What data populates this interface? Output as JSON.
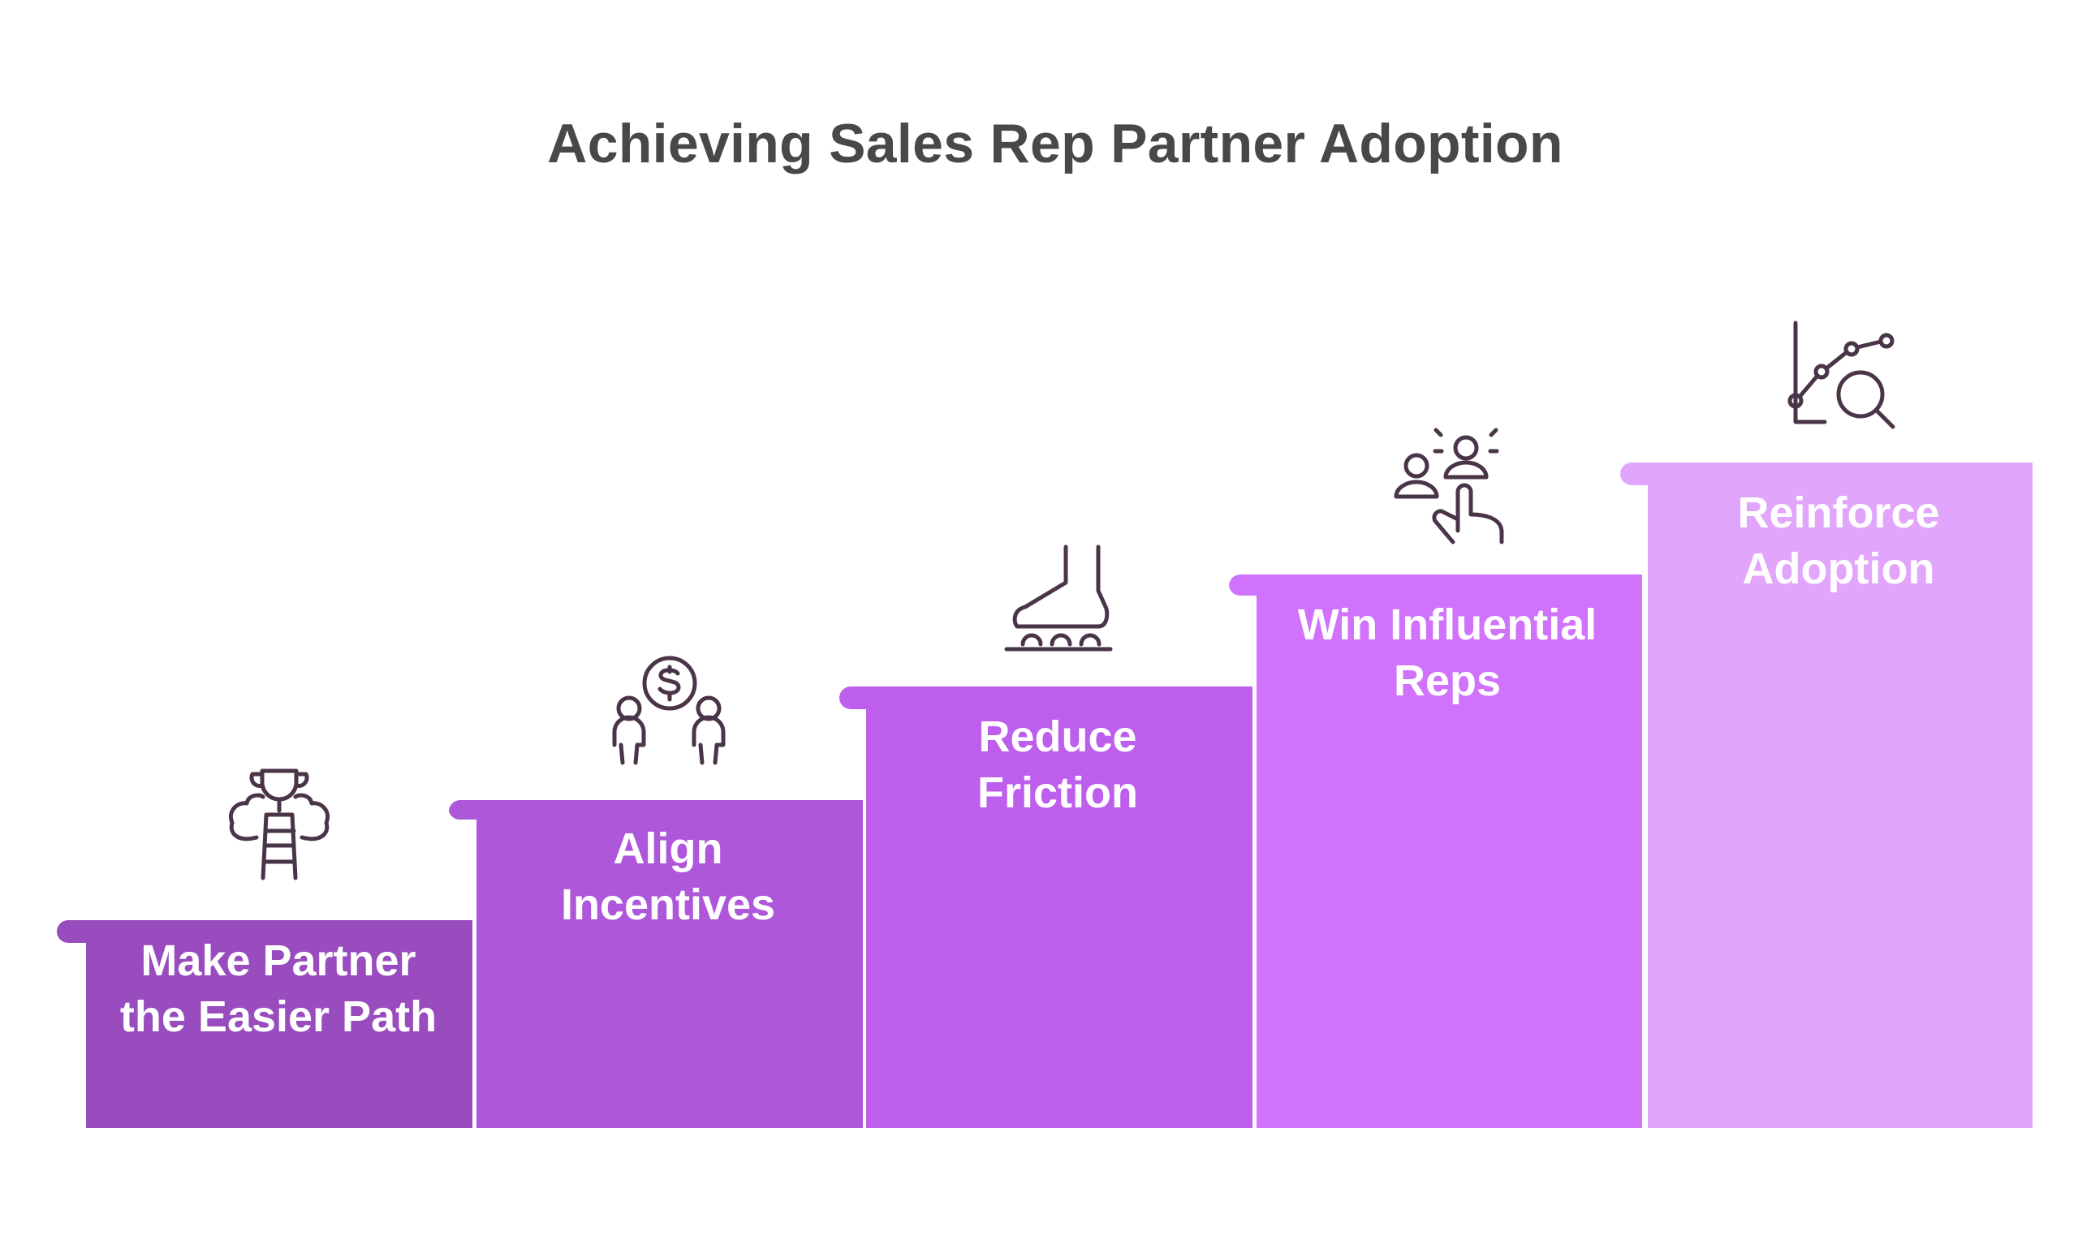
{
  "title": "Achieving Sales Rep Partner Adoption",
  "steps": [
    {
      "label_lines": [
        "Make Partner",
        "the Easier Path"
      ],
      "icon": "trophy-ladder-icon",
      "color": "#984CBE"
    },
    {
      "label_lines": [
        "Align",
        "Incentives"
      ],
      "icon": "dollar-people-icon",
      "color": "#AE57DB"
    },
    {
      "label_lines": [
        "Reduce",
        "Friction"
      ],
      "icon": "roller-skate-foot-icon",
      "color": "#BD5EEC"
    },
    {
      "label_lines": [
        "Win Influential",
        "Reps"
      ],
      "icon": "influencer-hand-icon",
      "color": "#D072FC"
    },
    {
      "label_lines": [
        "Reinforce",
        "Adoption"
      ],
      "icon": "chart-magnifier-icon",
      "color": "#E1A5FC"
    }
  ],
  "colors": {
    "title": "#484848",
    "icon_stroke": "#4A3548",
    "label": "#FFFFFF",
    "background": "#FFFFFF"
  }
}
